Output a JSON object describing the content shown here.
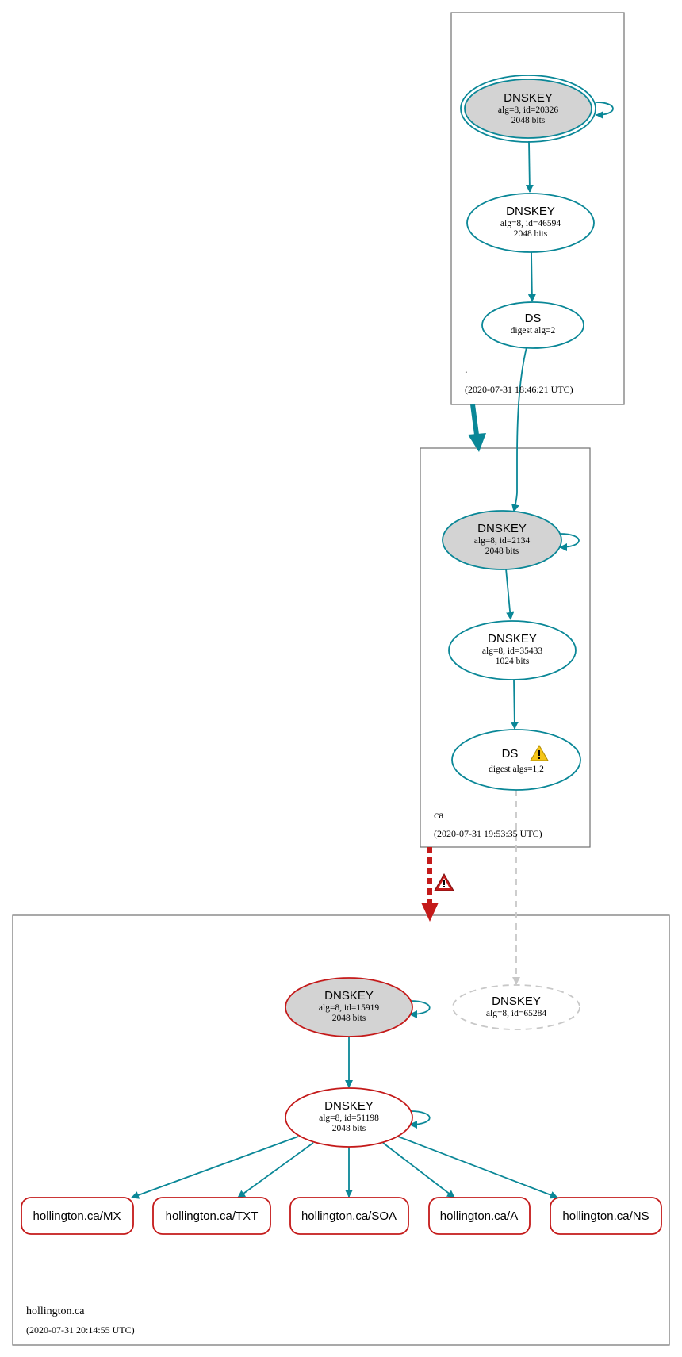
{
  "colors": {
    "secure": "#0a8797",
    "bogus": "#c41a1a",
    "insecure_gray": "#c8c8c8",
    "sep_fill": "#d3d3d3",
    "warning_yellow": "#f5c518"
  },
  "zones": {
    "root": {
      "name": ".",
      "timestamp": "(2020-07-31 18:46:21 UTC)",
      "ksk": {
        "title": "DNSKEY",
        "line1": "alg=8, id=20326",
        "line2": "2048 bits"
      },
      "zsk": {
        "title": "DNSKEY",
        "line1": "alg=8, id=46594",
        "line2": "2048 bits"
      },
      "ds": {
        "title": "DS",
        "line1": "digest alg=2"
      }
    },
    "ca": {
      "name": "ca",
      "timestamp": "(2020-07-31 19:53:35 UTC)",
      "ksk": {
        "title": "DNSKEY",
        "line1": "alg=8, id=2134",
        "line2": "2048 bits"
      },
      "zsk": {
        "title": "DNSKEY",
        "line1": "alg=8, id=35433",
        "line2": "1024 bits"
      },
      "ds": {
        "title": "DS",
        "line1": "digest algs=1,2",
        "icon": "warning-icon"
      }
    },
    "hollington": {
      "name": "hollington.ca",
      "timestamp": "(2020-07-31 20:14:55 UTC)",
      "ksk": {
        "title": "DNSKEY",
        "line1": "alg=8, id=15919",
        "line2": "2048 bits"
      },
      "missing_key": {
        "title": "DNSKEY",
        "line1": "alg=8, id=65284"
      },
      "zsk": {
        "title": "DNSKEY",
        "line1": "alg=8, id=51198",
        "line2": "2048 bits"
      },
      "records": [
        "hollington.ca/MX",
        "hollington.ca/TXT",
        "hollington.ca/SOA",
        "hollington.ca/A",
        "hollington.ca/NS"
      ]
    }
  },
  "delegation_icon": "error-icon"
}
